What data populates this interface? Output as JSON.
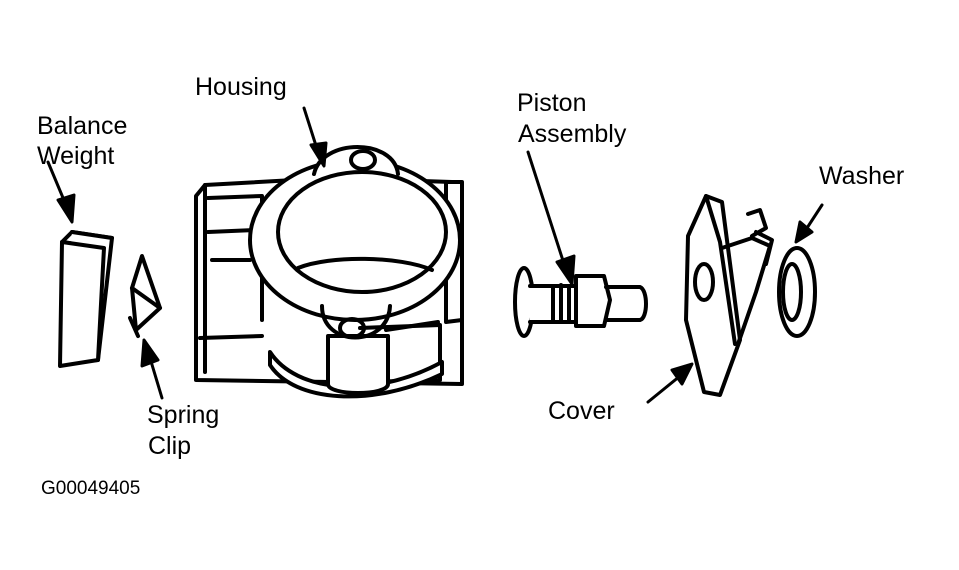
{
  "labels": {
    "housing": "Housing",
    "balance_weight_1": "Balance",
    "balance_weight_2": "Weight",
    "piston_assembly_1": "Piston",
    "piston_assembly_2": "Assembly",
    "washer": "Washer",
    "spring_clip_1": "Spring",
    "spring_clip_2": "Clip",
    "cover": "Cover"
  },
  "figure_code": "G00049405",
  "colors": {
    "ink": "#000000",
    "paper": "#ffffff"
  }
}
